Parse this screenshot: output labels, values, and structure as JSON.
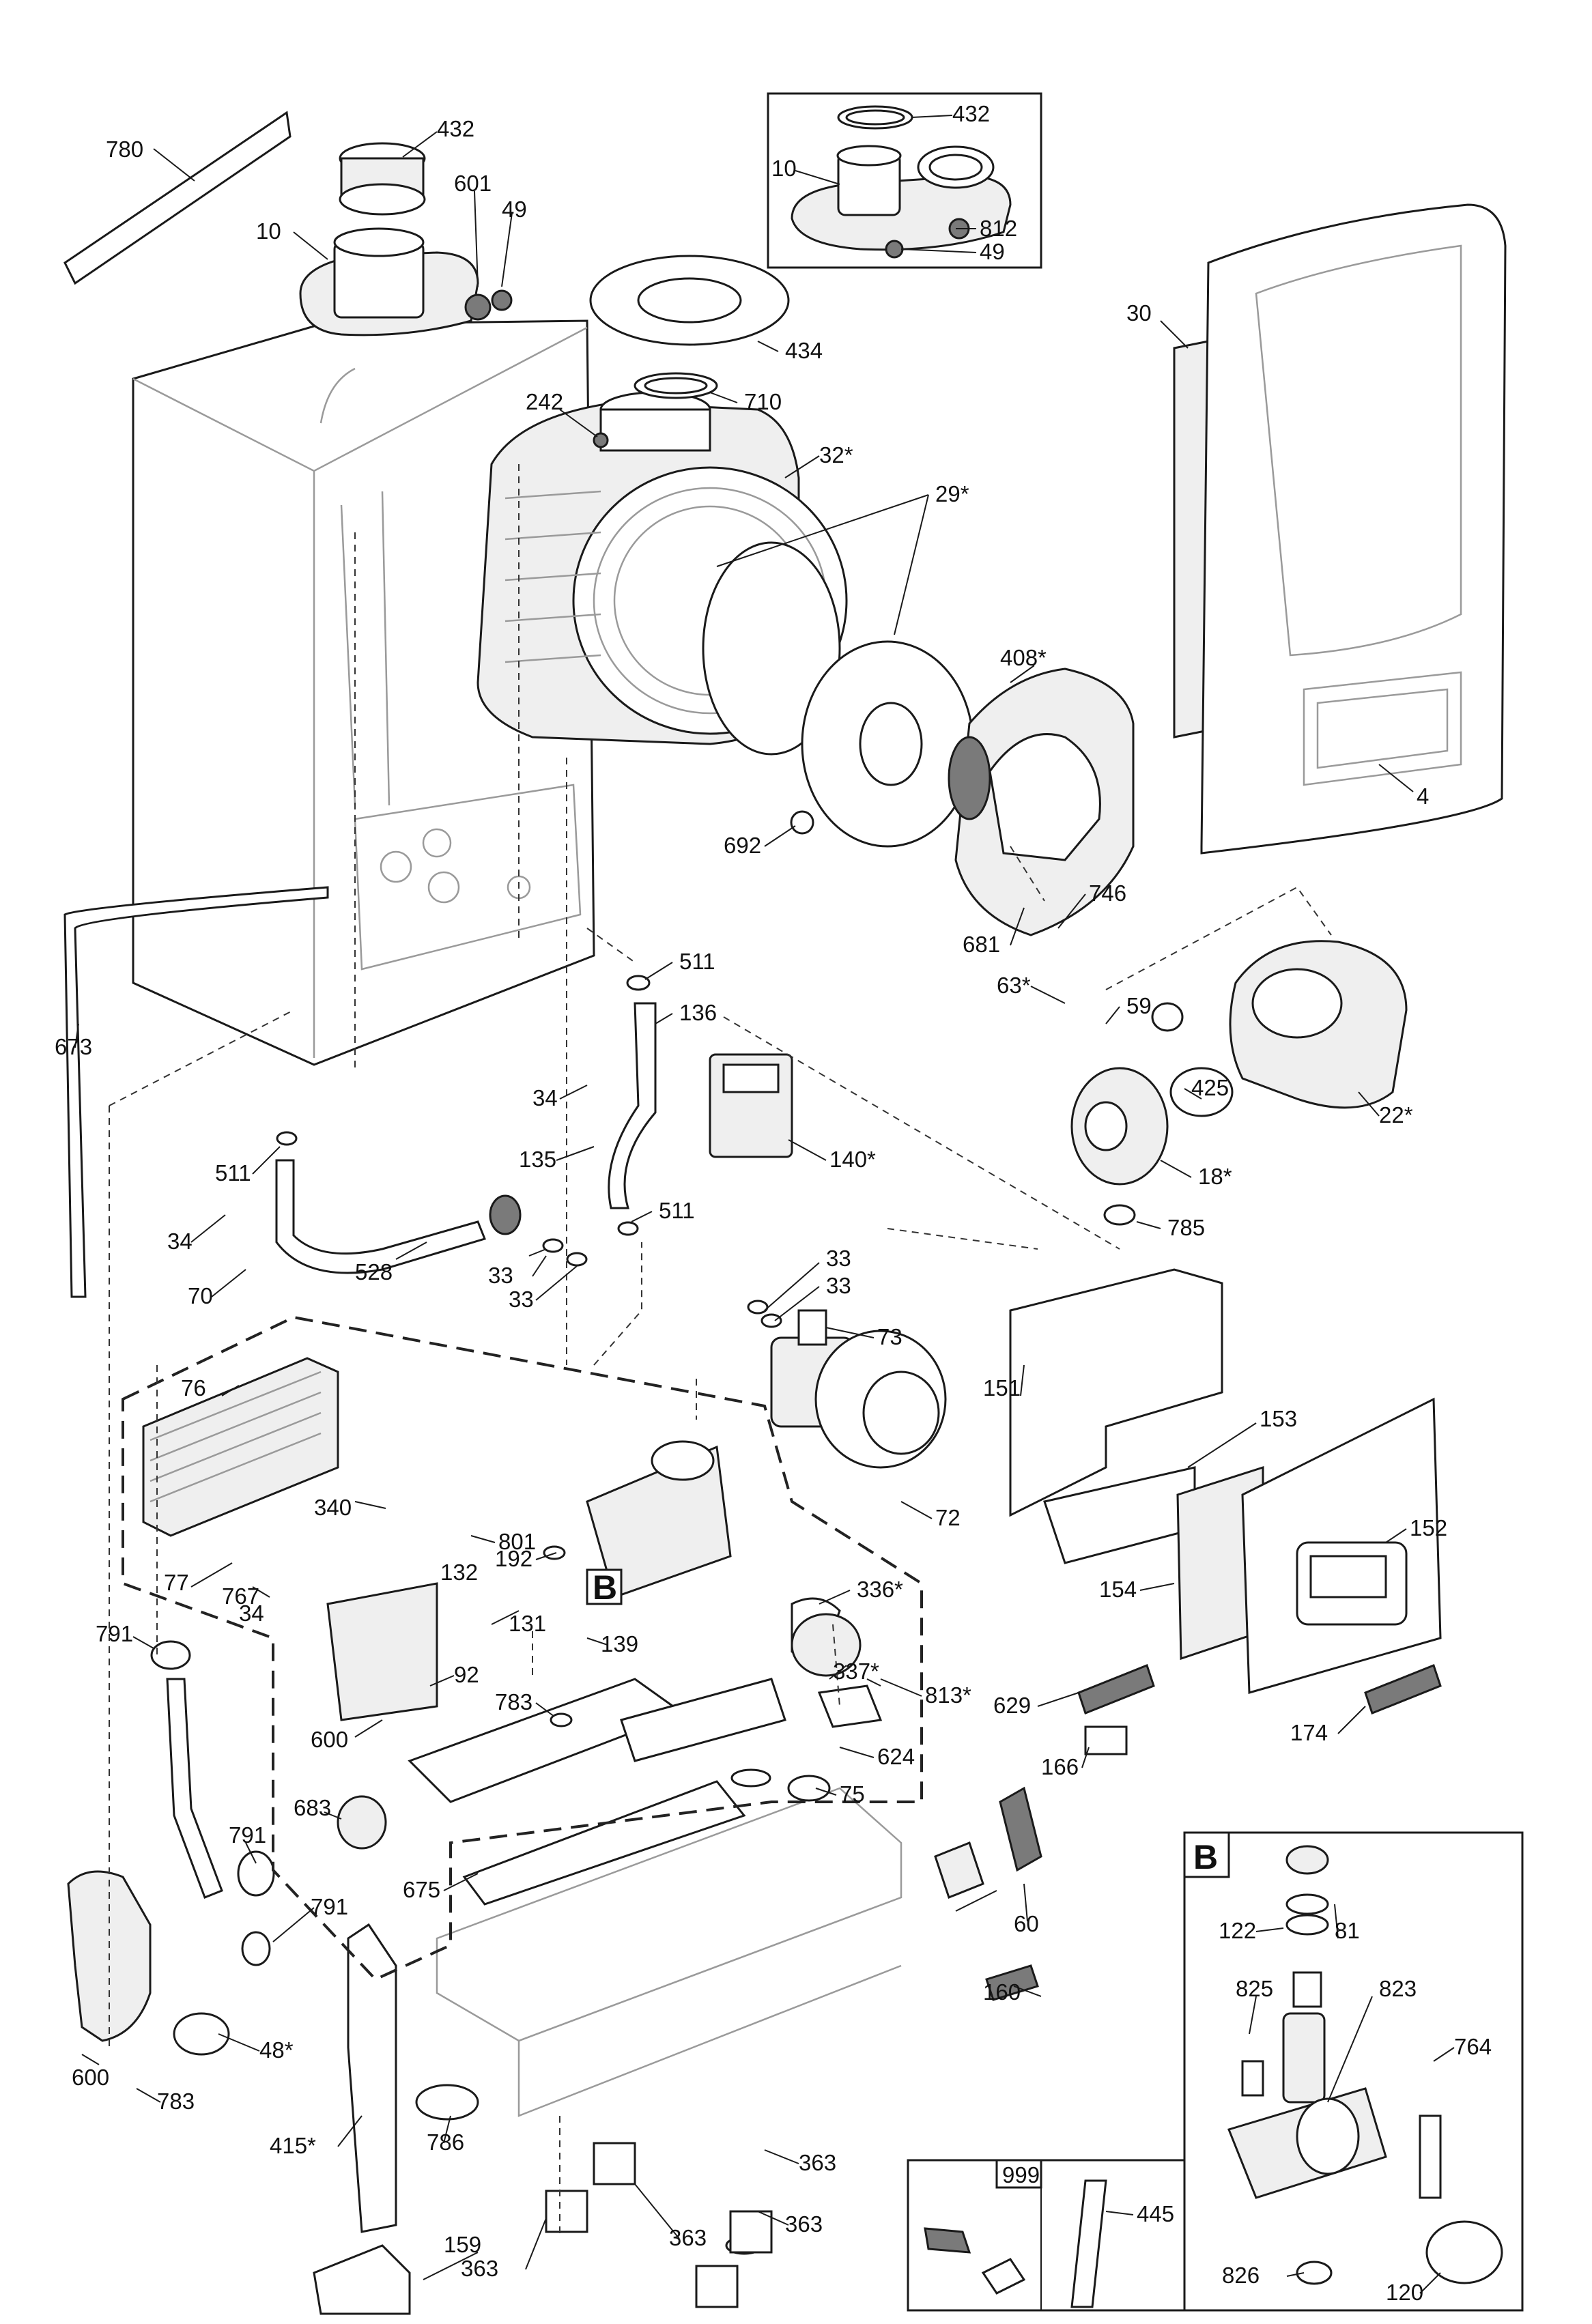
{
  "labels": {
    "l780": "780",
    "l432a": "432",
    "l601": "601",
    "l49a": "49",
    "l10a": "10",
    "l432b": "432",
    "l10b": "10",
    "l812": "812",
    "l49b": "49",
    "l30": "30",
    "l434": "434",
    "l710": "710",
    "l242": "242",
    "l32": "32*",
    "l29": "29*",
    "l408": "408*",
    "l4": "4",
    "l692": "692",
    "l746": "746",
    "l681": "681",
    "l511a": "511",
    "l136": "136",
    "l63": "63*",
    "l59": "59",
    "l673": "673",
    "l34a": "34",
    "l425": "425",
    "l22": "22*",
    "l135": "135",
    "l140": "140*",
    "l18": "18*",
    "l511b": "511",
    "l511c": "511",
    "l34b": "34",
    "l785": "785",
    "l33a": "33",
    "l33b": "33",
    "l70": "70",
    "l528": "528",
    "l33c": "33",
    "l33d": "33",
    "l73": "73",
    "l76": "76",
    "l151": "151",
    "l153": "153",
    "l72": "72",
    "l152": "152",
    "l340": "340",
    "l801": "801",
    "l192": "192",
    "l77": "77",
    "l767": "767",
    "l132": "132",
    "l154": "154",
    "l336": "336*",
    "l34c": "34",
    "l131": "131",
    "l139": "139",
    "l337": "337*",
    "l813": "813*",
    "l791a": "791",
    "l92": "92",
    "l783a": "783",
    "l629": "629",
    "l174": "174",
    "l166": "166",
    "l600a": "600",
    "l624": "624",
    "l75": "75",
    "l683": "683",
    "l791b": "791",
    "l675": "675",
    "l60": "60",
    "l791c": "791",
    "l122": "122",
    "l81": "81",
    "l825": "825",
    "l823": "823",
    "l160": "160",
    "l764": "764",
    "l48": "48*",
    "l600b": "600",
    "l783b": "783",
    "l415": "415*",
    "l786": "786",
    "l363a": "363",
    "l363b": "363",
    "l363c": "363",
    "l363d": "363",
    "l159": "159",
    "l999": "999",
    "l445": "445",
    "l826": "826",
    "l120": "120",
    "calloutB": "B",
    "insetB": "B"
  }
}
